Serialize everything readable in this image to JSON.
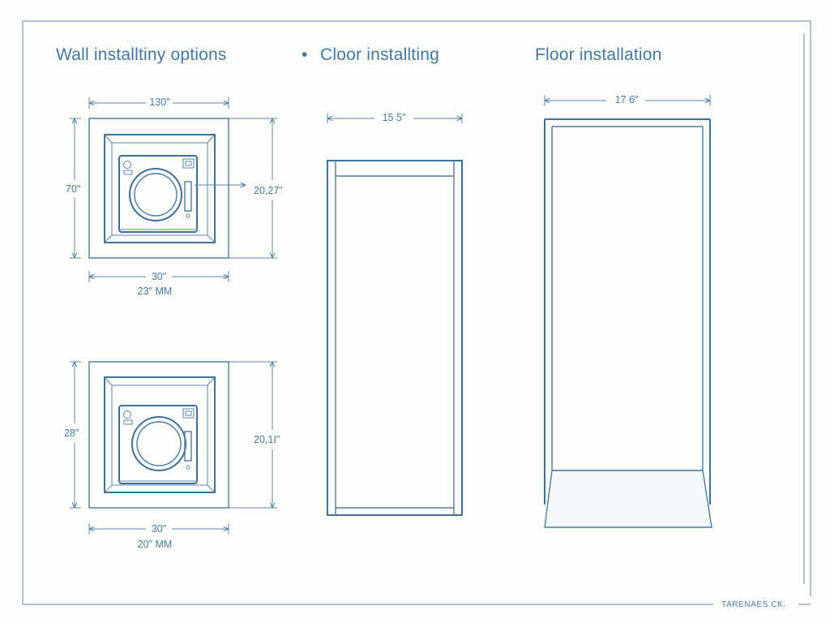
{
  "titles": {
    "wall": "Wall installtiny options",
    "cloor": "Cloor installting",
    "floor": "Floor installation"
  },
  "bullet": "•",
  "wall_top": {
    "width_top": "130\"",
    "height_left": "70\"",
    "height_right": "20,27\"",
    "width_bottom": "30\"",
    "size_note": "23\" MM"
  },
  "wall_bottom": {
    "height_left": "28\"",
    "height_right": "20,1I\"",
    "width_bottom": "30\"",
    "size_note": "20\" MM"
  },
  "cloor_column": {
    "width": "15 5\""
  },
  "floor_column": {
    "width": "17 6\""
  },
  "corner_label": "TARENAES CK."
}
